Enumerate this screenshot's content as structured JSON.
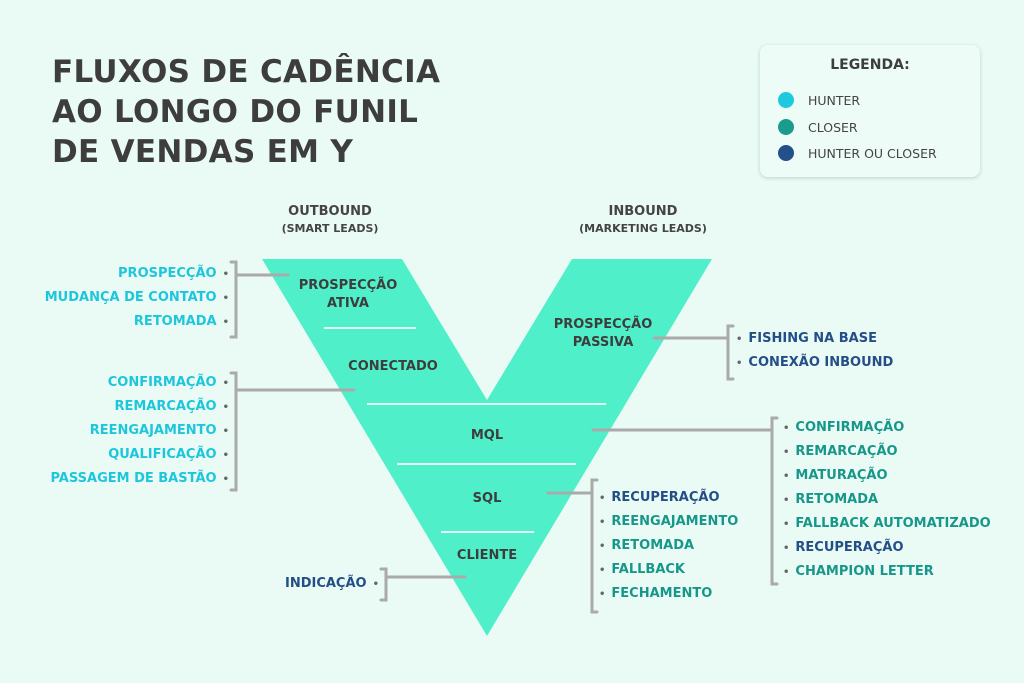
{
  "title": {
    "lines": [
      "FLUXOS DE CADÊNCIA",
      "AO LONGO DO FUNIL",
      "DE VENDAS EM Y"
    ]
  },
  "legend": {
    "title": "LEGENDA:",
    "items": [
      {
        "label": "HUNTER",
        "color": "#1ec9de",
        "role": "hunter"
      },
      {
        "label": "CLOSER",
        "color": "#1a9b8e",
        "role": "closer"
      },
      {
        "label": "HUNTER OU CLOSER",
        "color": "#235089",
        "role": "both"
      }
    ]
  },
  "colors": {
    "funnel": "#4ff0c9",
    "divider": "#e8fbf4",
    "bracket": "#aaaaaa",
    "background": "#eafbf5"
  },
  "columns": {
    "outbound": {
      "title": "OUTBOUND",
      "subtitle": "(SMART LEADS)"
    },
    "inbound": {
      "title": "INBOUND",
      "subtitle": "(MARKETING LEADS)"
    }
  },
  "stages": {
    "prospeccao_ativa": [
      "PROSPECÇÃO",
      "ATIVA"
    ],
    "conectado": "CONECTADO",
    "prospeccao_passiva": [
      "PROSPECÇÃO",
      "PASSIVA"
    ],
    "mql": "MQL",
    "sql": "SQL",
    "cliente": "CLIENTE"
  },
  "flows": {
    "prospeccao_ativa": [
      {
        "label": "PROSPECÇÃO",
        "role": "hunter"
      },
      {
        "label": "MUDANÇA DE CONTATO",
        "role": "hunter"
      },
      {
        "label": "RETOMADA",
        "role": "hunter"
      }
    ],
    "conectado": [
      {
        "label": "CONFIRMAÇÃO",
        "role": "hunter"
      },
      {
        "label": "REMARCAÇÃO",
        "role": "hunter"
      },
      {
        "label": "REENGAJAMENTO",
        "role": "hunter"
      },
      {
        "label": "QUALIFICAÇÃO",
        "role": "hunter"
      },
      {
        "label": "PASSAGEM DE BASTÃO",
        "role": "hunter"
      }
    ],
    "prospeccao_passiva": [
      {
        "label": "FISHING NA BASE",
        "role": "both"
      },
      {
        "label": "CONEXÃO INBOUND",
        "role": "both"
      }
    ],
    "mql": [
      {
        "label": "CONFIRMAÇÃO",
        "role": "closer"
      },
      {
        "label": "REMARCAÇÃO",
        "role": "closer"
      },
      {
        "label": "MATURAÇÃO",
        "role": "closer"
      },
      {
        "label": "RETOMADA",
        "role": "closer"
      },
      {
        "label": "FALLBACK AUTOMATIZADO",
        "role": "closer"
      },
      {
        "label": "RECUPERAÇÃO",
        "role": "both"
      },
      {
        "label": "CHAMPION LETTER",
        "role": "closer"
      }
    ],
    "sql": [
      {
        "label": "RECUPERAÇÃO",
        "role": "both"
      },
      {
        "label": "REENGAJAMENTO",
        "role": "closer"
      },
      {
        "label": "RETOMADA",
        "role": "closer"
      },
      {
        "label": "FALLBACK",
        "role": "closer"
      },
      {
        "label": "FECHAMENTO",
        "role": "closer"
      }
    ],
    "cliente": [
      {
        "label": "INDICAÇÃO",
        "role": "both"
      }
    ]
  }
}
